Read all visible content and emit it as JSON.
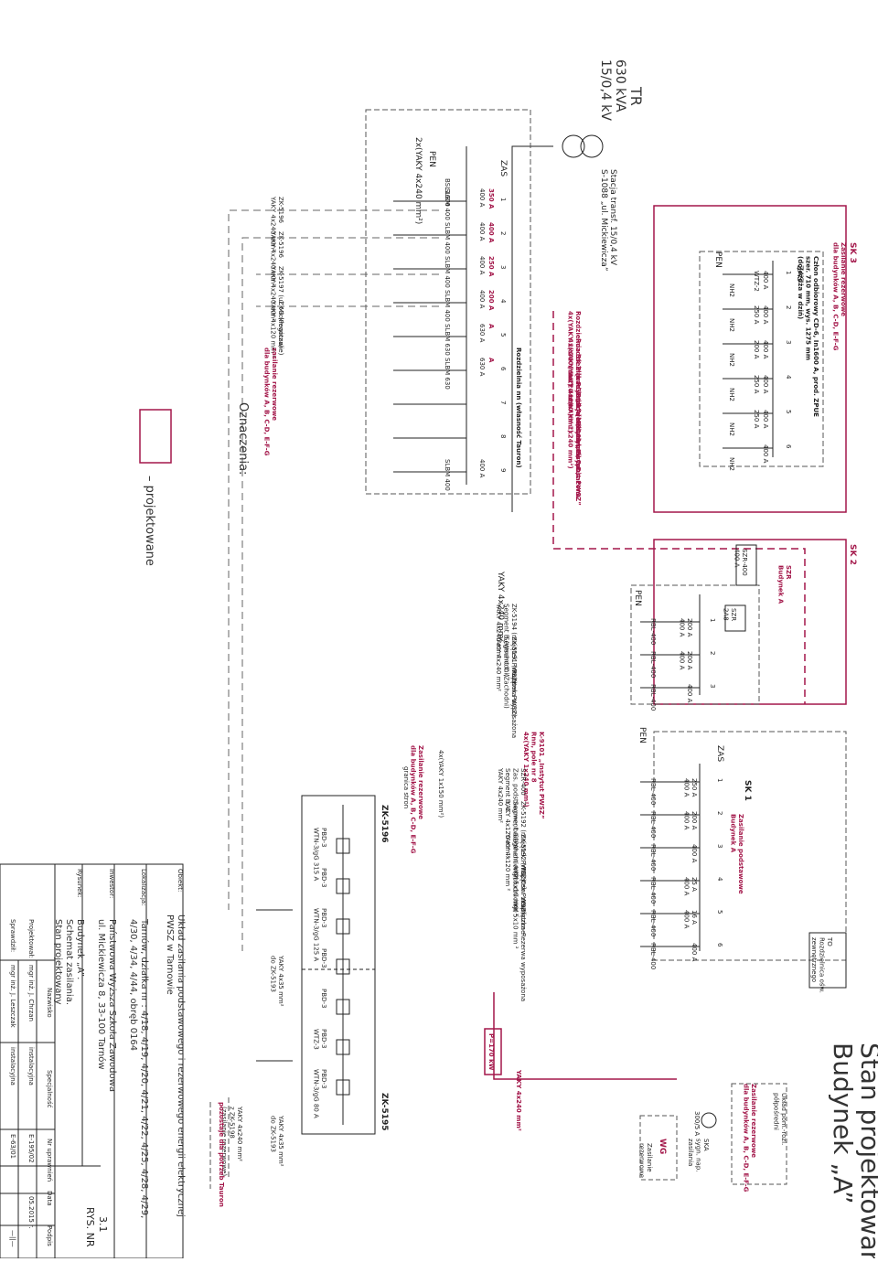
{
  "title": {
    "line1": "Budynek „A”",
    "line2": "Stan projektowany"
  },
  "transformer": {
    "label": "TR",
    "power": "630 kVA",
    "ratio": "15/0,4 kV",
    "station": "Stacja transf. 15/0,4 kV",
    "station_id": "S-1088 „ul. Mickiewicza”",
    "feed_cable": "2x(YAKY 4x240 mm²)",
    "pen": "PEN",
    "zas": "ZAS",
    "main_breaker": "BSL1600",
    "switchboard": "Rozdzielnia nn (własność Tauron)"
  },
  "station_fields": [
    {
      "n": "1",
      "breaker": "SLBM 400",
      "rating": "400 A",
      "alt": "350 A"
    },
    {
      "n": "2",
      "breaker": "SLBM 400",
      "rating": "400 A",
      "alt": "400 A"
    },
    {
      "n": "3",
      "breaker": "SLBM 400",
      "rating": "400 A",
      "alt": "250 A"
    },
    {
      "n": "4",
      "breaker": "SLBM 400",
      "rating": "400 A",
      "alt": "200 A"
    },
    {
      "n": "5",
      "breaker": "SLBM 630",
      "rating": "630 A",
      "alt": "A"
    },
    {
      "n": "6",
      "breaker": "SLBM 630",
      "rating": "630 A",
      "alt": "A"
    },
    {
      "n": "7",
      "breaker": "",
      "rating": "",
      "alt": ""
    },
    {
      "n": "8",
      "breaker": "",
      "rating": "",
      "alt": ""
    },
    {
      "n": "9",
      "breaker": "SLBM 400",
      "rating": "400 A",
      "alt": ""
    }
  ],
  "station_outputs": [
    "ZK-5196\nYAKY 4x240 mm²",
    "ZK-5196\nYAKY 4x240 mm²",
    "ZK-5197 (ul. Mickiewicza)\nYAKY 4x240 mm²",
    "ZK-3 (Pogotowie)\nYAKY 4x120 mm ²"
  ],
  "reserve_feed_label": "zasilanie rezerwowe\ndla budynków A, B, C-D, E-F-G",
  "legend": {
    "title": "Oznaczenia:",
    "item": "–  projektowane"
  },
  "sk3": {
    "title": "SK 3",
    "subtitle": "Zasilanie rezerwowe\ndla budynków A, B, C-D, E-F-G",
    "note": "Człon odbiorowy CD-6, In1600 A, prod. ZPUE\nszer. 710 mm, wys. 1275 mm\n(dojeżdża w dziń)",
    "zas": "ZAS",
    "pen": "PEN",
    "outputs": [
      "Rozdzielnia SK 2 (budynek A)\n4x(YAKY 1x240 mm²)",
      "Rozdzielnia RG1 „B” (budynek B)\n4x(YAKY 1x120 mm ²)",
      "Złącze kablowe (budynek C,D)\n(YAKY 4x240 mm²)",
      "Stacja K-9101 „Instutut PWSZ”\n4x(YAKY 1x240 mm²)",
      "Rezerwa wyposażona"
    ],
    "fields": [
      {
        "n": "1",
        "fuse": "400 A",
        "b": "WTZ-2",
        "k": "NH2"
      },
      {
        "n": "2",
        "fuse": "400 A",
        "b": "250 A",
        "k": "NH2"
      },
      {
        "n": "3",
        "fuse": "400 A",
        "b": "200 A",
        "k": "NH2"
      },
      {
        "n": "4",
        "fuse": "400 A",
        "b": "250 A",
        "k": "NH2"
      },
      {
        "n": "5",
        "fuse": "400 A",
        "b": "250 A",
        "k": "NH2"
      },
      {
        "n": "6",
        "fuse": "400 A",
        "b": "",
        "k": "NH2"
      }
    ]
  },
  "sk2": {
    "title": "SK 2",
    "subtitle": "SZR\nBudynek A",
    "cable_in": "YAKY 4x240 mm²",
    "pen": "PEN",
    "szr": "SZR-400\n400 A",
    "szr_r": "SZR\n2A8",
    "outputs": [
      "ZK-5194 (majątek PWSZ)\nSegment B (Wschodni)\nYAKY 4x240 mm²",
      "ZK-5191 (majątek PWSZ)\nSegment C (Zachodni)\nYAKY 4x240 mm²",
      "Rezerwa wyposażona"
    ],
    "fields": [
      {
        "n": "1",
        "sw": "RBL-400",
        "r": "200 A\n400 A"
      },
      {
        "n": "2",
        "sw": "RBL-400",
        "r": "200 A\n400 A"
      },
      {
        "n": "3",
        "sw": "RBL-400",
        "r": "400 A"
      }
    ]
  },
  "sk1": {
    "title": "SK 1",
    "subtitle": "Zasilanie podstawowe\nBudynek A",
    "source": "K-9101 „Instytut PWSZ”\nRnn, pole nr 8\n4x(YAKY 1x240 mm²)",
    "pen": "PEN",
    "zas": "ZAS",
    "outputs": [
      "SZR-400\nZas. podstawowe, bud. A\nSegment B, C\nYAKY 4x240 mm²",
      "ZK-5192 (majątek PWSZ)\nSegment A (Południowy)\nYAKY 4x120 mm ²",
      "ZK-5192 (majątek PWSZ)\nSegment A (Południowy)\nYAKY 4x120 mm ²",
      "TO, Ośw. zewnętrzne\nYKY 5x10 mm ²",
      "Kapliczka\nYKY 5x10 mm ²",
      "Rezerwa wyposażona"
    ],
    "fields": [
      {
        "n": "1",
        "sw": "RBL-400",
        "r": "250 A\n400 A"
      },
      {
        "n": "2",
        "sw": "RBL-400",
        "r": "200 A\n400 A"
      },
      {
        "n": "3",
        "sw": "RBL-400",
        "r": "400 A"
      },
      {
        "n": "4",
        "sw": "RBL-400",
        "r": "25 A\n400 A"
      },
      {
        "n": "5",
        "sw": "RBL-400",
        "r": "16 A\n400 A"
      },
      {
        "n": "6",
        "sw": "RBL-400",
        "r": "400 A"
      }
    ],
    "to_label": "TO\nRozdzielnica ośw.\nzewnętrznego"
  },
  "wg": {
    "label": "WG",
    "sub": "Zasilanie\nrezerwowe",
    "ska": "SKA\nsygn. nap.\nzasilania",
    "ct": "300/5 A",
    "meas": "Układ pom.-rozl.\npółpośredni",
    "reserve": "Zasilanie rezerwowe\ndla budynków A, B, C-D, E-F-G",
    "cable": "YAKY 4x240 mm²",
    "power": "P=170 kW"
  },
  "zk": {
    "zk5196": "ZK-5196",
    "zk5195": "ZK-5195",
    "granica": "granica stron",
    "feed": "4x(YAKY 1x150 mm²)",
    "feed_reserve": "Zasilanie rezerwowe\ndla budynków A, B, C-D, E-F-G",
    "fuses": [
      "PBD-3\nWTN-3/gG 315 A",
      "PBD-3",
      "PBD-3\nWTN-3/gG 125 A",
      "PBD-3",
      "PBD-3",
      "PBD-3\nWTZ-3",
      "PBD-3\nWTN-3/gG 80 A"
    ],
    "cable_a": "YAKY 4x35 mm²\ndo ZK-5193",
    "cable_b": "YAKY 4x35 mm²\ndo ZK-5193",
    "cable_c": "YAKY 4x240 mm²\nz ZK-5198\n(zasilanie rezerwowe)",
    "cable_d": "pozostaje dla potrzeb Tauron"
  },
  "titleblock": {
    "obiekt_label": "Obiekt:",
    "obiekt": "Układ zasilania podstawowego i rezerwowego energii elektrycznej\nPWSZ w Tarnowie",
    "lok_label": "Lokalizacja:",
    "lok": "Tarnów, działka nr : 4/18, 4/19, 4/20, 4/21, 4/22, 4/25, 4/28, 4/29,\n4/30, 4/34, 4/44, obręb 0164",
    "inw_label": "Inwestor:",
    "inw": "Państwowa Wyższa Szkoła Zawodowa\nul. Mickiewicza 8, 33-100 Tarnów",
    "rys_label": "Rysunek:",
    "rys": "Budynek „A”.\nSchemat zasilania.\nStan projektowany",
    "rys_nr_label": "RYS. NR",
    "rys_nr": "3.1",
    "headers": [
      "Nazwisko",
      "Specjalność",
      "Nr uprawnień",
      "Data",
      "Podpis"
    ],
    "rows": [
      {
        "role": "Projektował:",
        "name": "mgr inż. J. Chrzan",
        "spec": "instalacyjna",
        "nr": "E-195/02",
        "date": "05.2015 r.",
        "sign": ""
      },
      {
        "role": "Sprawdził:",
        "name": "mgr inż. J. Leszczak",
        "spec": "instalacyjna",
        "nr": "E-63/01",
        "date": "",
        "sign": "—||—"
      }
    ]
  }
}
